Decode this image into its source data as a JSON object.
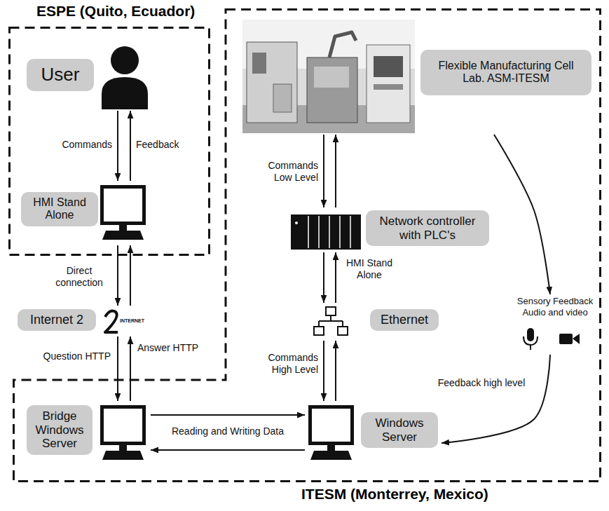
{
  "diagram": {
    "nodes": [
      {
        "text": [
          "ESPE (Quito, Ecuador)"
        ]
      },
      {
        "text": [
          "ITESM (Monterrey, Mexico)"
        ]
      },
      {
        "text": [
          "User"
        ],
        "in": 0
      },
      {
        "text": [
          "HMI Stand Alone"
        ],
        "in": 0
      },
      {
        "text": [
          "Internet 2"
        ]
      },
      {
        "text": [
          "Bridge Windows Server"
        ],
        "in": 1
      },
      {
        "text": [
          "Windows Server"
        ],
        "in": 1
      },
      {
        "text": [
          "Ethernet"
        ],
        "in": 1
      },
      {
        "text": [
          "Network controller with PLC's"
        ],
        "in": 1
      },
      {
        "text": [
          "Flexible Manufacturing Cell Lab. ASM-ITESM"
        ],
        "in": 1
      },
      {
        "text": [
          "Sensory Feedback Audio and video"
        ],
        "in": 1
      }
    ],
    "edges": [
      {
        "from": 2,
        "to": 3,
        "label": "Commands",
        "arrow": "to"
      },
      {
        "from": 3,
        "to": 2,
        "label": "Feedback",
        "arrow": "to"
      },
      {
        "from": 3,
        "to": 4,
        "label": "Direct connection",
        "arrow": "to"
      },
      {
        "from": 4,
        "to": 3,
        "arrow": "to"
      },
      {
        "from": 4,
        "to": 5,
        "label": "Question HTTP",
        "arrow": "to"
      },
      {
        "from": 5,
        "to": 4,
        "label": "Answer HTTP",
        "arrow": "to"
      },
      {
        "from": 5,
        "to": 6,
        "label": "Reading and Writing Data",
        "arrow": "to"
      },
      {
        "from": 6,
        "to": 5,
        "arrow": "to"
      },
      {
        "from": 7,
        "to": 6,
        "label": "Commands High Level",
        "arrow": "to"
      },
      {
        "from": 6,
        "to": 7,
        "arrow": "to"
      },
      {
        "from": 8,
        "to": 7,
        "label": "HMI Stand Alone",
        "arrow": "to"
      },
      {
        "from": 7,
        "to": 8,
        "arrow": "to"
      },
      {
        "from": 9,
        "to": 8,
        "label": "Commands Low Level",
        "arrow": "to"
      },
      {
        "from": 8,
        "to": 9,
        "arrow": "to"
      },
      {
        "from": 9,
        "to": 10,
        "arrow": "to"
      },
      {
        "from": 10,
        "to": 6,
        "label": "Feedback high level",
        "arrow": "to"
      }
    ],
    "labels": [
      "INTERNET"
    ]
  }
}
